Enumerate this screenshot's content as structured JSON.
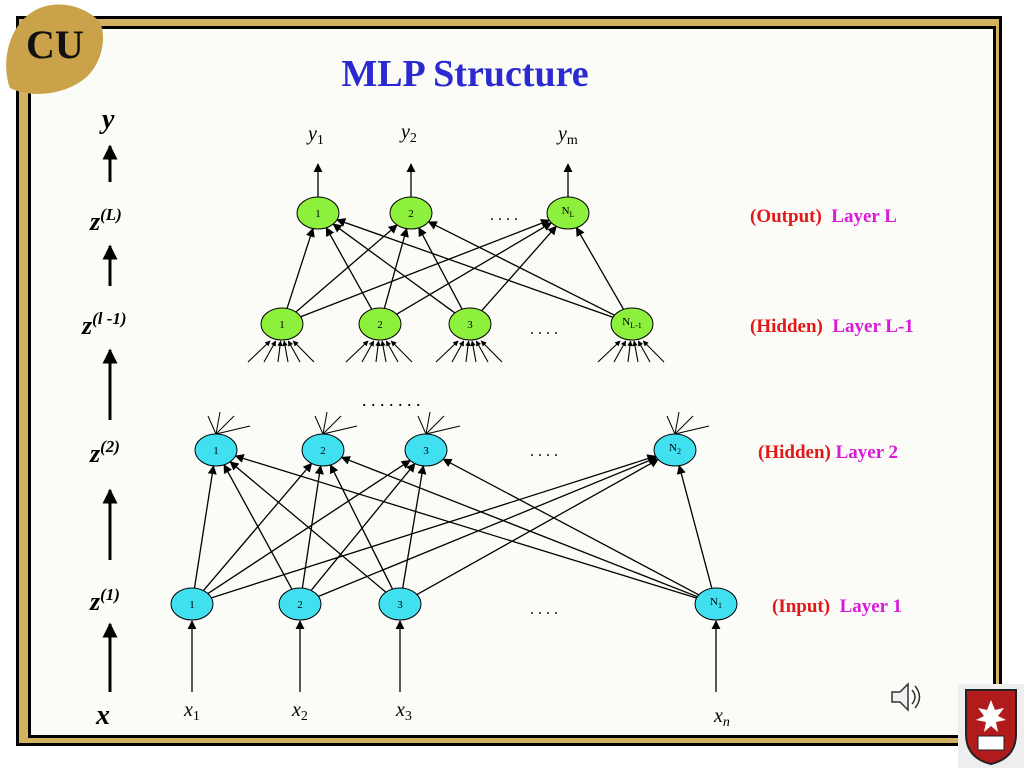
{
  "title": "MLP Structure",
  "logo_text": "CU",
  "left_axis": {
    "top": "y",
    "levels": [
      {
        "base": "z",
        "sup": "(L)"
      },
      {
        "base": "z",
        "sup": "(l -1)"
      },
      {
        "base": "z",
        "sup": "(2)"
      },
      {
        "base": "z",
        "sup": "(1)"
      }
    ],
    "bottom": "x"
  },
  "layer_labels": [
    {
      "role": "(Output)",
      "name": "Layer L"
    },
    {
      "role": "(Hidden)",
      "name": "Layer L-1"
    },
    {
      "role": "(Hidden)",
      "name": "Layer 2"
    },
    {
      "role": "(Input)",
      "name": "Layer 1"
    }
  ],
  "outputs": [
    {
      "base": "y",
      "sub": "1"
    },
    {
      "base": "y",
      "sub": "2"
    },
    {
      "base": "y",
      "sub": "m"
    }
  ],
  "inputs": [
    {
      "base": "x",
      "sub": "1"
    },
    {
      "base": "x",
      "sub": "2"
    },
    {
      "base": "x",
      "sub": "3"
    },
    {
      "base": "x",
      "sub": "n"
    }
  ],
  "layers": {
    "output": {
      "color": "#8cf03c",
      "nodes": [
        {
          "main": "1",
          "sub": ""
        },
        {
          "main": "2",
          "sub": ""
        },
        {
          "main": "N",
          "sub": "L"
        }
      ]
    },
    "hidden_l1": {
      "color": "#8cf03c",
      "nodes": [
        {
          "main": "1",
          "sub": ""
        },
        {
          "main": "2",
          "sub": ""
        },
        {
          "main": "3",
          "sub": ""
        },
        {
          "main": "N",
          "sub": "L-1"
        }
      ]
    },
    "hidden_2": {
      "color": "#40e0f0",
      "nodes": [
        {
          "main": "1",
          "sub": ""
        },
        {
          "main": "2",
          "sub": ""
        },
        {
          "main": "3",
          "sub": ""
        },
        {
          "main": "N",
          "sub": "2"
        }
      ]
    },
    "input": {
      "color": "#40e0f0",
      "nodes": [
        {
          "main": "1",
          "sub": ""
        },
        {
          "main": "2",
          "sub": ""
        },
        {
          "main": "3",
          "sub": ""
        },
        {
          "main": "N",
          "sub": "1"
        }
      ]
    }
  },
  "ellipsis_short": ". . . .",
  "ellipsis_long": ". . . . . . ."
}
